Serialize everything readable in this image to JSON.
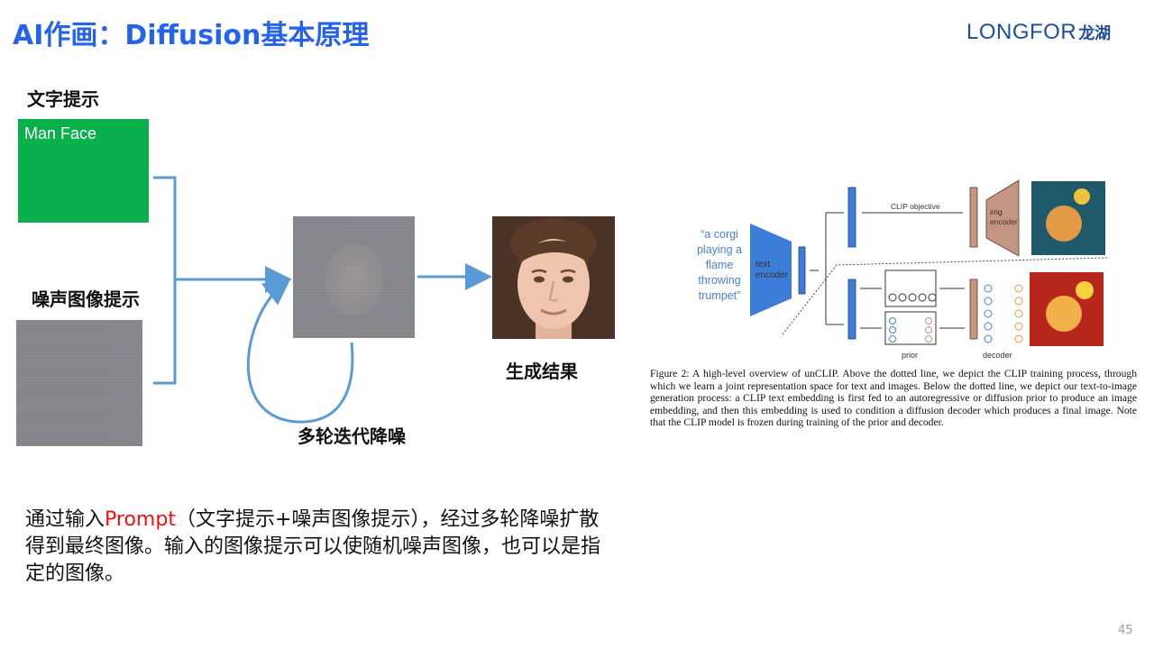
{
  "slide": {
    "title": "AI作画：Diffusion基本原理",
    "page_number": "45"
  },
  "logo": {
    "brand": "LONGFOR",
    "brand_cn": "龙湖",
    "color": "#1f4e9c"
  },
  "flow": {
    "text_prompt_label": "文字提示",
    "text_prompt_value": "Man Face",
    "noise_prompt_label": "噪声图像提示",
    "iteration_label": "多轮迭代降噪",
    "result_label": "生成结果",
    "arrow_color": "#5b9bd5",
    "prompt_box_color": "#0ab04b"
  },
  "note": {
    "part1": "通过输入",
    "prompt_word": "Prompt",
    "part2": "（文字提示+噪声图像提示），经过多轮降噪扩散得到最终图像。输入的图像提示可以使随机噪声图像，也可以是指定的图像。"
  },
  "figure": {
    "quote": [
      "“a corgi",
      "playing a",
      "flame",
      "throwing",
      "trumpet”"
    ],
    "text_encoder": [
      "text",
      "encoder"
    ],
    "img_encoder": [
      "img",
      "encoder"
    ],
    "clip_objective": "CLIP objective",
    "prior_label": "prior",
    "decoder_label": "decoder",
    "caption": "Figure 2: A high-level overview of unCLIP. Above the dotted line, we depict the CLIP training process, through which we learn a joint representation space for text and images. Below the dotted line, we depict our text-to-image generation process: a CLIP text embedding is first fed to an autoregressive or diffusion prior to produce an image embedding, and then this embedding is used to condition a diffusion decoder which produces a final image. Note that the CLIP model is frozen during training of the prior and decoder."
  }
}
